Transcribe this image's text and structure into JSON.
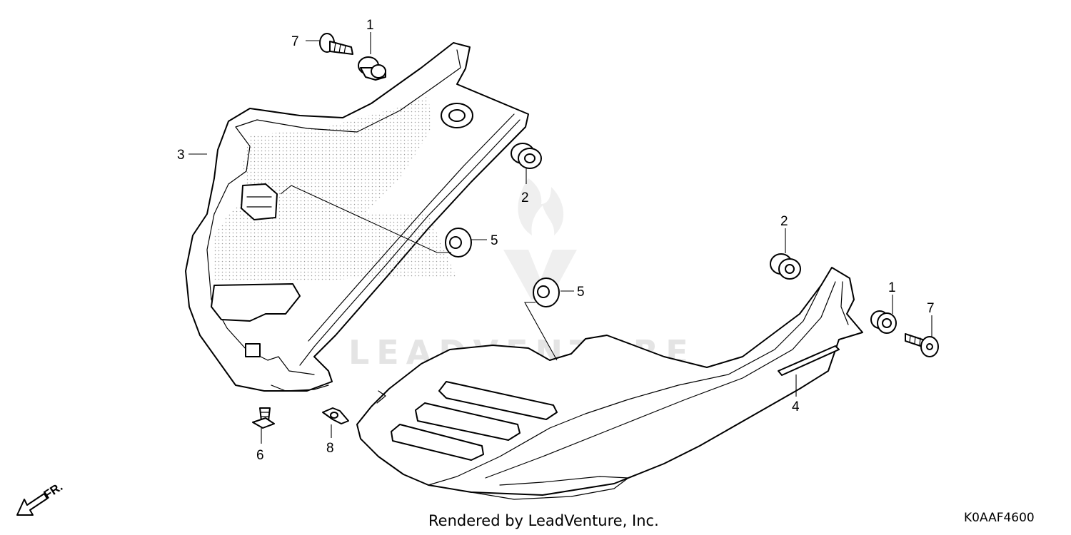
{
  "callouts": {
    "c1_top": "1",
    "c7_top": "7",
    "c3": "3",
    "c2_left": "2",
    "c5_left": "5",
    "c2_right": "2",
    "c5_right": "5",
    "c1_right": "1",
    "c7_right": "7",
    "c4": "4",
    "c6": "6",
    "c8": "8"
  },
  "front_marker": "FR.",
  "watermark_text": "LEADVENTURE",
  "footer": {
    "credit": "Rendered by LeadVenture, Inc.",
    "code": "K0AAF4600"
  }
}
